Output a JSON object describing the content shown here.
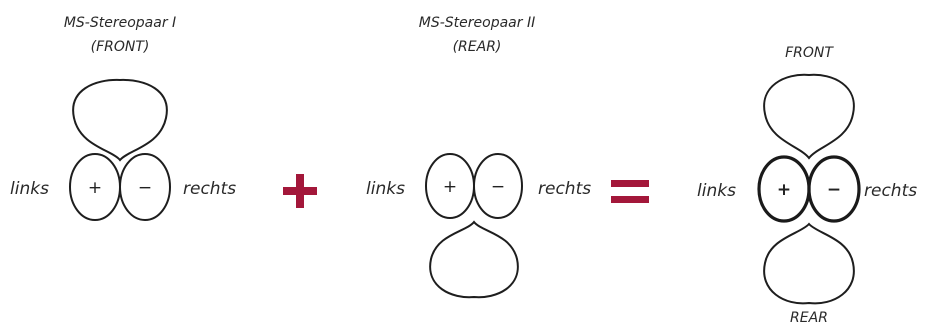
{
  "pair_front": {
    "title_line1": "MS-Stereopaar I",
    "title_line2": "(FRONT)",
    "left_label": "links",
    "right_label": "rechts",
    "plus_sign": "+",
    "minus_sign": "−"
  },
  "pair_rear": {
    "title_line1": "MS-Stereopaar II",
    "title_line2": "(REAR)",
    "left_label": "links",
    "right_label": "rechts",
    "plus_sign": "+",
    "minus_sign": "−"
  },
  "result": {
    "front_label": "FRONT",
    "rear_label": "REAR",
    "left_label": "links",
    "right_label": "rechts",
    "plus_sign": "+",
    "minus_sign": "−"
  },
  "operators": {
    "plus": "+",
    "equals": "="
  },
  "colors": {
    "operator": "#a3173a",
    "line": "#1e1e1e",
    "text": "#2a2a2a"
  }
}
